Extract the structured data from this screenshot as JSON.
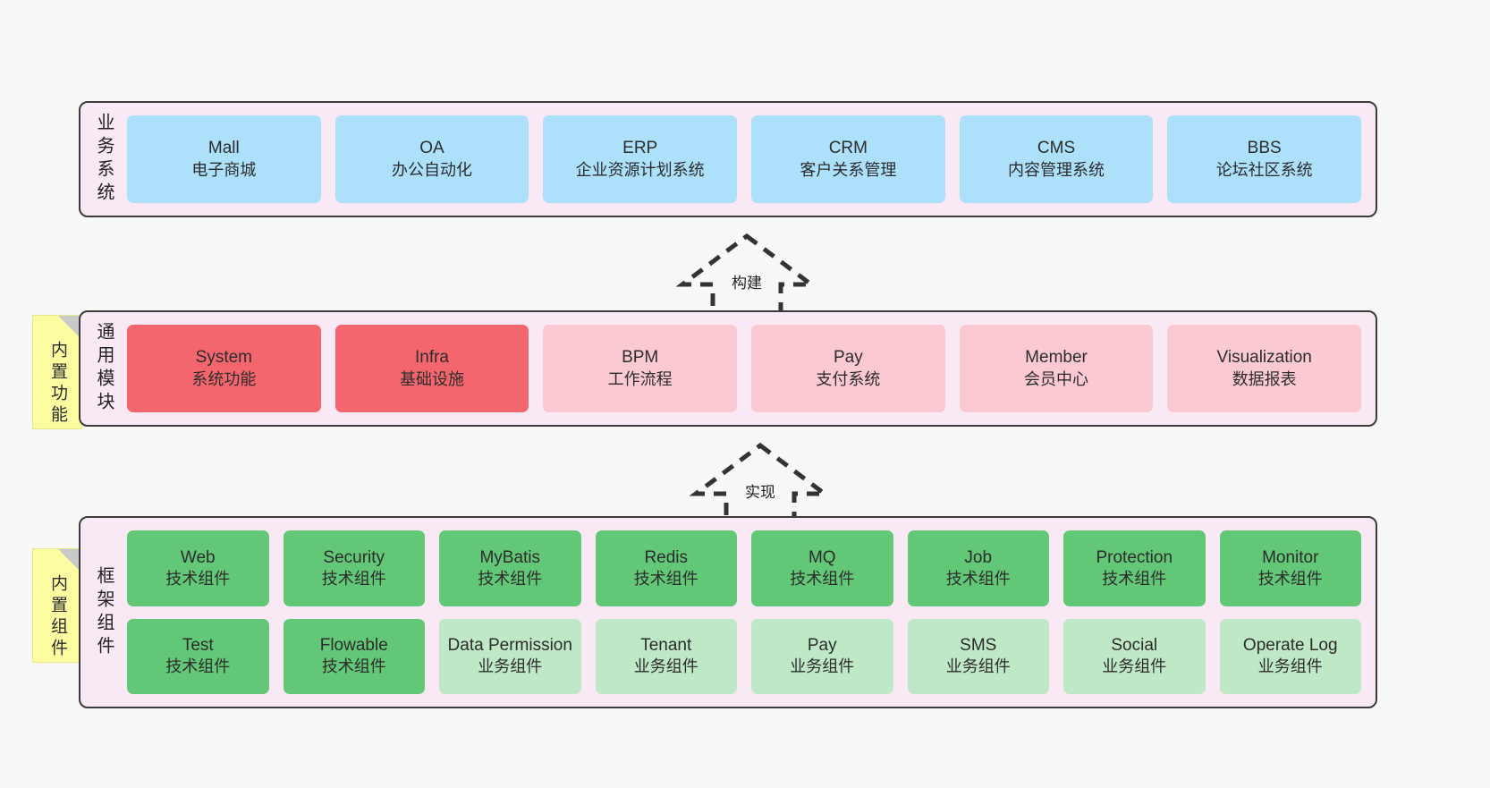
{
  "diagram": {
    "notes": [
      {
        "id": "builtin-features",
        "text": "内置功能"
      },
      {
        "id": "builtin-components",
        "text": "内置组件"
      }
    ],
    "connectors": [
      {
        "id": "build",
        "label": "构建",
        "style": "dashed-hollow-arrow-up"
      },
      {
        "id": "implement",
        "label": "实现",
        "style": "dashed-hollow-arrow-up"
      }
    ],
    "layers": [
      {
        "id": "business-systems",
        "title": "业务系统",
        "rows": [
          {
            "cards": [
              {
                "name": "Mall",
                "sub": "电子商城",
                "color": "#ace0fb"
              },
              {
                "name": "OA",
                "sub": "办公自动化",
                "color": "#ace0fb"
              },
              {
                "name": "ERP",
                "sub": "企业资源计划系统",
                "color": "#ace0fb"
              },
              {
                "name": "CRM",
                "sub": "客户关系管理",
                "color": "#ace0fb"
              },
              {
                "name": "CMS",
                "sub": "内容管理系统",
                "color": "#ace0fb"
              },
              {
                "name": "BBS",
                "sub": "论坛社区系统",
                "color": "#ace0fb"
              }
            ]
          }
        ]
      },
      {
        "id": "common-modules",
        "title": "通用模块",
        "rows": [
          {
            "cards": [
              {
                "name": "System",
                "sub": "系统功能",
                "color": "#f4666d"
              },
              {
                "name": "Infra",
                "sub": "基础设施",
                "color": "#f4666d"
              },
              {
                "name": "BPM",
                "sub": "工作流程",
                "color": "#fbc9d2"
              },
              {
                "name": "Pay",
                "sub": "支付系统",
                "color": "#fbc9d2"
              },
              {
                "name": "Member",
                "sub": "会员中心",
                "color": "#fbc9d2"
              },
              {
                "name": "Visualization",
                "sub": "数据报表",
                "color": "#fbc9d2"
              }
            ]
          }
        ]
      },
      {
        "id": "framework-components",
        "title": "框架组件",
        "rows": [
          {
            "cards": [
              {
                "name": "Web",
                "sub": "技术组件",
                "color": "#62c777"
              },
              {
                "name": "Security",
                "sub": "技术组件",
                "color": "#62c777"
              },
              {
                "name": "MyBatis",
                "sub": "技术组件",
                "color": "#62c777"
              },
              {
                "name": "Redis",
                "sub": "技术组件",
                "color": "#62c777"
              },
              {
                "name": "MQ",
                "sub": "技术组件",
                "color": "#62c777"
              },
              {
                "name": "Job",
                "sub": "技术组件",
                "color": "#62c777"
              },
              {
                "name": "Protection",
                "sub": "技术组件",
                "color": "#62c777"
              },
              {
                "name": "Monitor",
                "sub": "技术组件",
                "color": "#62c777"
              }
            ]
          },
          {
            "cards": [
              {
                "name": "Test",
                "sub": "技术组件",
                "color": "#62c777"
              },
              {
                "name": "Flowable",
                "sub": "技术组件",
                "color": "#62c777"
              },
              {
                "name": "Data Permission",
                "sub": "业务组件",
                "color": "#bfe8c7"
              },
              {
                "name": "Tenant",
                "sub": "业务组件",
                "color": "#bfe8c7"
              },
              {
                "name": "Pay",
                "sub": "业务组件",
                "color": "#bfe8c7"
              },
              {
                "name": "SMS",
                "sub": "业务组件",
                "color": "#bfe8c7"
              },
              {
                "name": "Social",
                "sub": "业务组件",
                "color": "#bfe8c7"
              },
              {
                "name": "Operate Log",
                "sub": "业务组件",
                "color": "#bfe8c7"
              }
            ]
          }
        ]
      }
    ]
  }
}
